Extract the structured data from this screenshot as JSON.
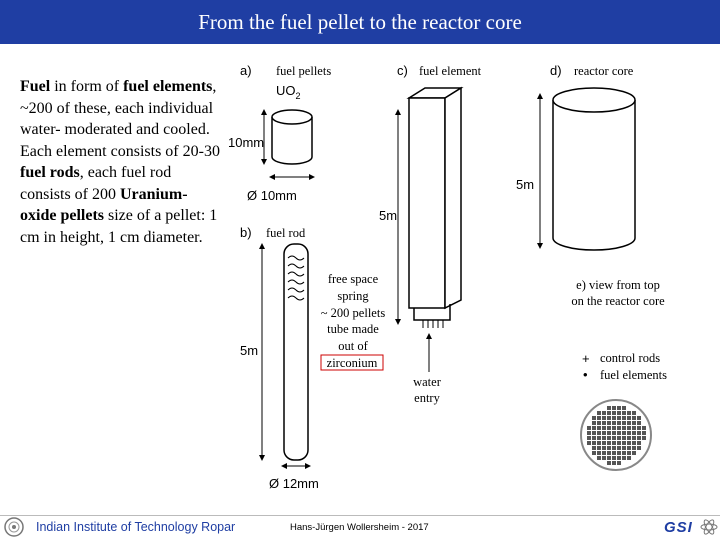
{
  "title": "From the fuel pellet to the reactor core",
  "body": {
    "s1": "Fuel",
    "s2": " in form of ",
    "s3": "fuel elements",
    "s4": ", ~200 of these, each individual water- moderated and cooled. Each element consists of 20-30 ",
    "s5": "fuel rods",
    "s6": ", each fuel rod consists of 200 ",
    "s7": "Uranium-oxide pellets",
    "s8": " size of a pellet: 1 cm in height, 1 cm diameter."
  },
  "diagram": {
    "a_letter": "a)",
    "a_label": "fuel pellets",
    "uo2": "UO",
    "uo2_sub": "2",
    "dim_10mm_h": "10mm",
    "dim_10mm_d": "Ø 10mm",
    "b_letter": "b)",
    "b_label": "fuel rod",
    "dim_5m_rod": "5m",
    "dim_12mm": "Ø 12mm",
    "free_space": "free space",
    "spring": "spring",
    "pellets_200": "~ 200 pellets",
    "tube_made": "tube made",
    "out_of": "out of",
    "zirconium": "zirconium",
    "c_letter": "c)",
    "c_label": "fuel element",
    "dim_5m_element": "5m",
    "water": "water",
    "entry": "entry",
    "d_letter": "d)",
    "d_label": "reactor core",
    "dim_5m_core": "5m",
    "e_line1": "e) view from top",
    "e_line2": "on the reactor core",
    "legend_plus": "+",
    "legend_dot": "•",
    "control_rods": "control rods",
    "fuel_elements": "fuel elements"
  },
  "footer": {
    "institute": "Indian Institute of Technology Ropar",
    "author": "Hans-Jürgen Wollersheim - 2017",
    "logo": "GSI"
  },
  "colors": {
    "title_bar": "#1f3ea3",
    "zirconium_box": "#cc0000"
  }
}
